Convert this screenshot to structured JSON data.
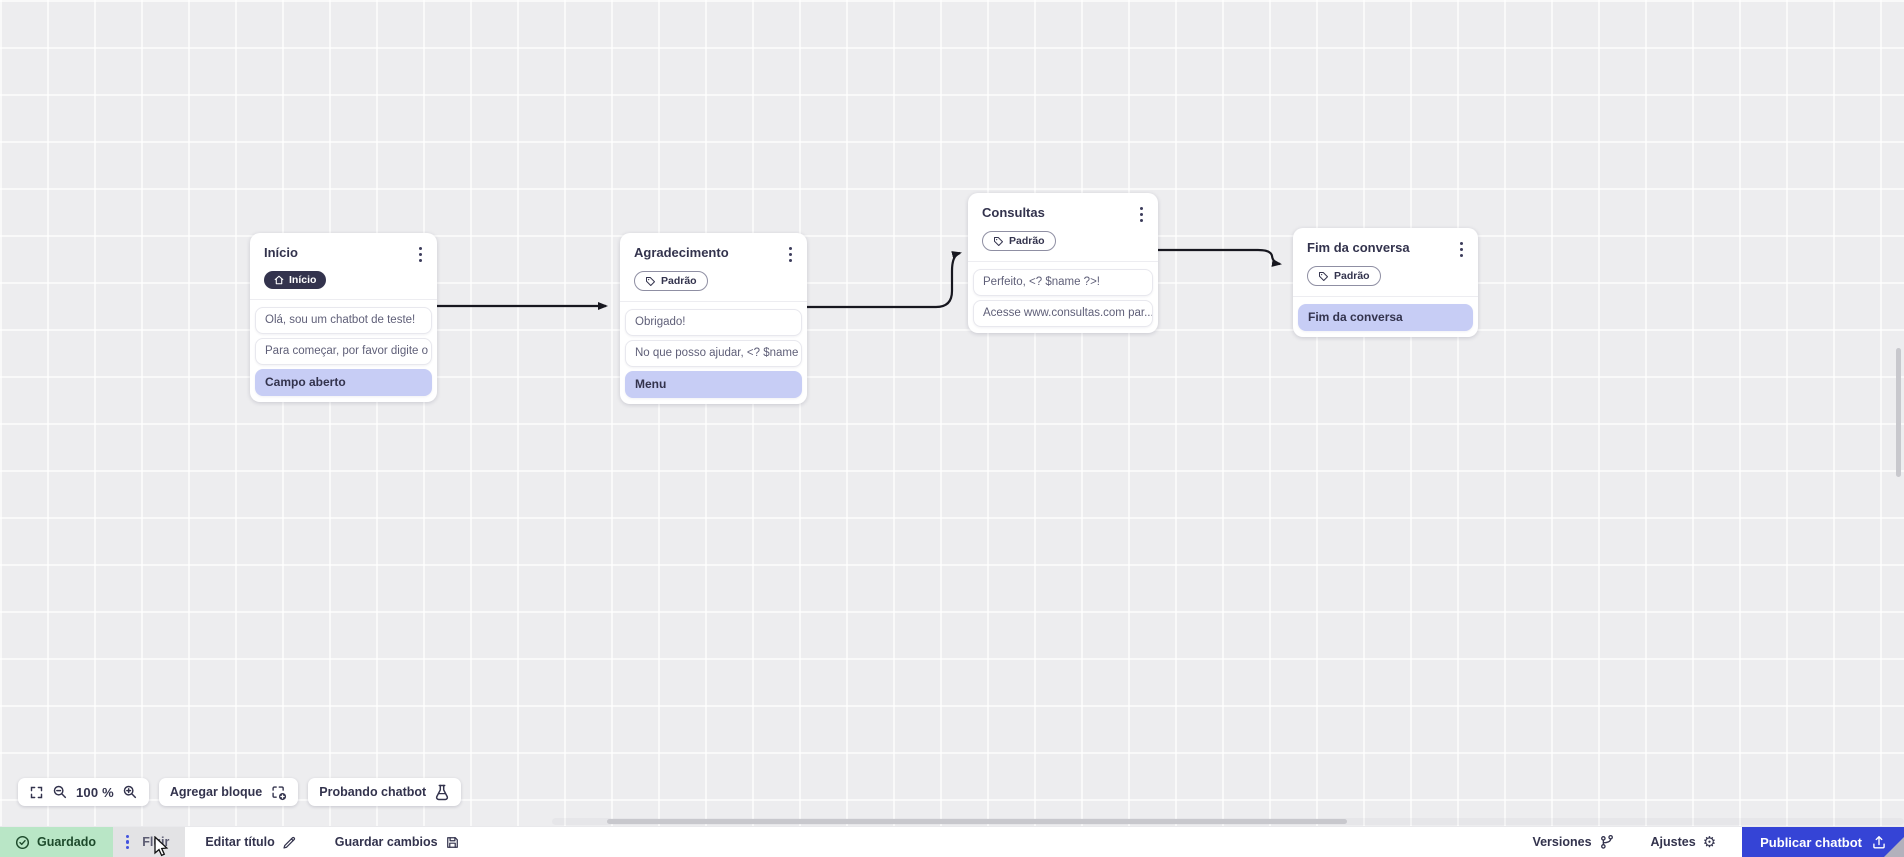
{
  "canvas": {
    "nodes": [
      {
        "title": "Início",
        "badge": "Início",
        "messages": [
          "Olá, sou um chatbot de teste!",
          "Para começar, por favor digite o ..."
        ],
        "action": "Campo aberto"
      },
      {
        "title": "Agradecimento",
        "badge": "Padrão",
        "messages": [
          "Obrigado!",
          "No que posso ajudar, <? $name ..."
        ],
        "action": "Menu"
      },
      {
        "title": "Consultas",
        "badge": "Padrão",
        "messages": [
          "Perfeito, <? $name ?>!",
          "Acesse www.consultas.com par..."
        ]
      },
      {
        "title": "Fim da conversa",
        "badge": "Padrão",
        "action": "Fim da conversa"
      }
    ]
  },
  "toolbar": {
    "zoom_level": "100 %",
    "add_block": "Agregar bloque",
    "test_chatbot": "Probando chatbot"
  },
  "statusbar": {
    "saved": "Guardado",
    "flow_tab": "Fluir",
    "edit_title": "Editar título",
    "save_changes": "Guardar cambios",
    "versions": "Versiones",
    "settings": "Ajustes",
    "settings_gear": "⚙",
    "publish": "Publicar chatbot"
  },
  "colors": {
    "accent_blue": "#3544d6",
    "highlight_row": "#c7cdf5",
    "saved_green_bg": "#b9e6c6",
    "dark_badge": "#33334d",
    "canvas_bg": "#ededef"
  }
}
